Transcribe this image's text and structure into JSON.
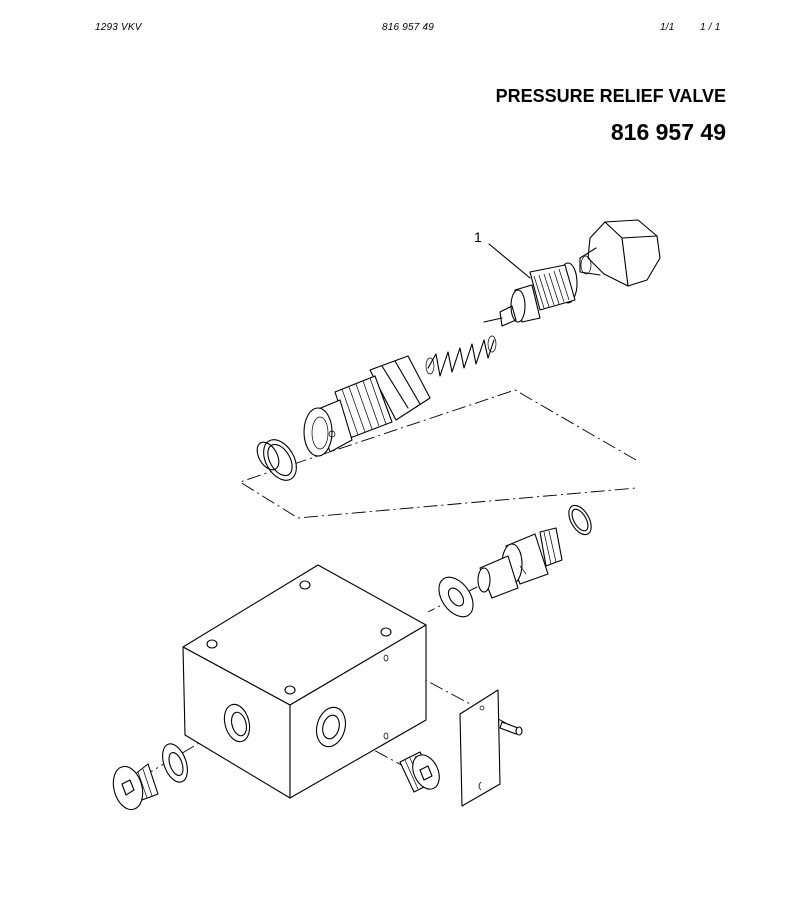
{
  "header": {
    "left": "1293  VKV",
    "center": "816 957 49",
    "page_a": "1/1",
    "page_b": "1 / 1"
  },
  "title": "PRESSURE RELIEF VALVE",
  "part_number": "816 957 49",
  "callouts": [
    {
      "label": "1"
    }
  ]
}
